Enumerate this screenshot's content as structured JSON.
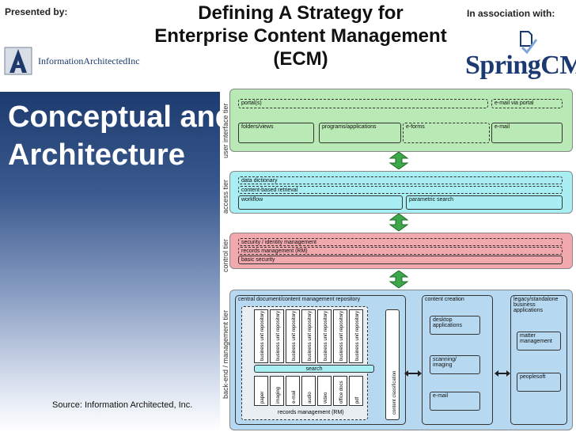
{
  "header": {
    "presented_by": "Presented by:",
    "title": "Defining A Strategy for Enterprise Content Management (ECM)",
    "in_association": "In association with:"
  },
  "logos": {
    "ia_text": "InformationArchitectedInc",
    "springcm": "SpringCM"
  },
  "slide": {
    "heading": "Conceptual and Logical Information Architecture",
    "source": "Source:  Information Architected, Inc."
  },
  "diagram": {
    "tiers": [
      {
        "label": "user interface tier",
        "color": "#b9e9b4"
      },
      {
        "label": "access tier",
        "color": "#a8eef3"
      },
      {
        "label": "control tier",
        "color": "#f2a9ae"
      },
      {
        "label": "back-end / management tier",
        "color": "#b6d8f0"
      }
    ],
    "ui": {
      "portal": "portal(s)",
      "email_portal": "e-mail via portal",
      "folders": "folders/views",
      "programs": "programs/applications",
      "eforms": "e-forms",
      "email": "e-mail"
    },
    "access": {
      "data_dictionary": "data dictionary",
      "content_retrieval": "content-based retrieval",
      "workflow": "workflow",
      "parametric": "parametric search"
    },
    "control": {
      "security": "security / identity management",
      "records": "records management (RM)",
      "basic": "basic security"
    },
    "backend": {
      "repository": "central document/content management repository",
      "business_units": [
        "business unit repository",
        "business unit repository",
        "business unit repository",
        "business unit repository",
        "business unit repository",
        "business unit repository",
        "business unit repository"
      ],
      "search": "search",
      "content_types": [
        "paper",
        "imaging",
        "e-mail",
        "audio",
        "video",
        "office docs",
        "pdf"
      ],
      "records_rm": "records management (RM)",
      "classification": "content classification",
      "creation": "content creation",
      "desktop": "desktop applications",
      "scanning": "scanning/ imaging",
      "email": "e-mail",
      "legacy": "legacy/standalone business applications",
      "matter": "matter management",
      "peoplesoft": "peoplesoft"
    }
  }
}
